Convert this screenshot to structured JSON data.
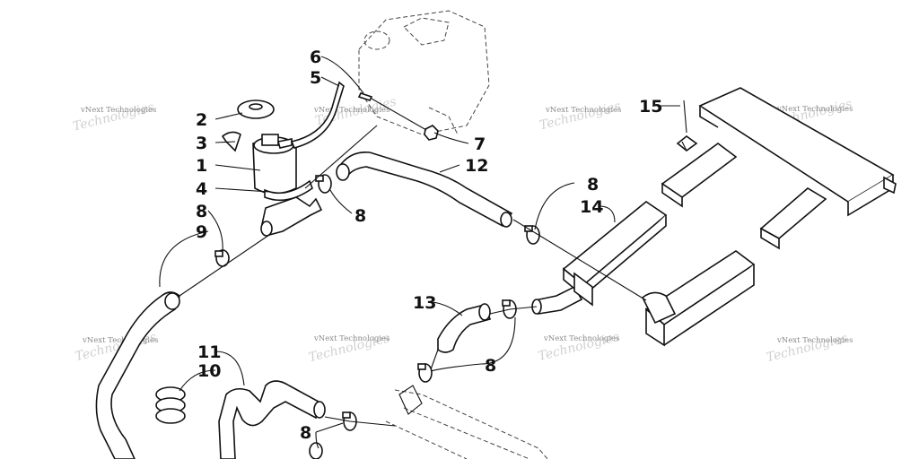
{
  "watermark": {
    "text": "vNext Technologies"
  },
  "callouts": [
    "1",
    "2",
    "3",
    "4",
    "5",
    "6",
    "7",
    "8",
    "9",
    "10",
    "11",
    "12",
    "13",
    "14",
    "15"
  ]
}
